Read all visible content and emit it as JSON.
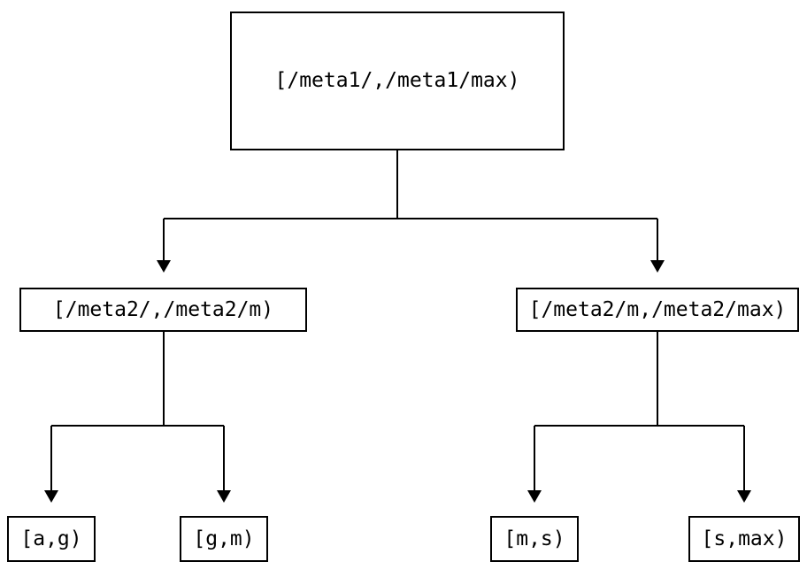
{
  "nodes": {
    "root": {
      "label": "[/meta1/,/meta1/max)"
    },
    "level2_left": {
      "label": "[/meta2/,/meta2/m)"
    },
    "level2_right": {
      "label": "[/meta2/m,/meta2/max)"
    },
    "leaf_ag": {
      "label": "[a,g)"
    },
    "leaf_gm": {
      "label": "[g,m)"
    },
    "leaf_ms": {
      "label": "[m,s)"
    },
    "leaf_smax": {
      "label": "[s,max)"
    }
  },
  "edges": [
    {
      "from": "root",
      "to": "level2_left"
    },
    {
      "from": "root",
      "to": "level2_right"
    },
    {
      "from": "level2_left",
      "to": "leaf_ag"
    },
    {
      "from": "level2_left",
      "to": "leaf_gm"
    },
    {
      "from": "level2_right",
      "to": "leaf_ms"
    },
    {
      "from": "level2_right",
      "to": "leaf_smax"
    }
  ],
  "colors": {
    "line": "#000000",
    "box_border": "#000000",
    "text": "#000000",
    "background": "#ffffff"
  }
}
